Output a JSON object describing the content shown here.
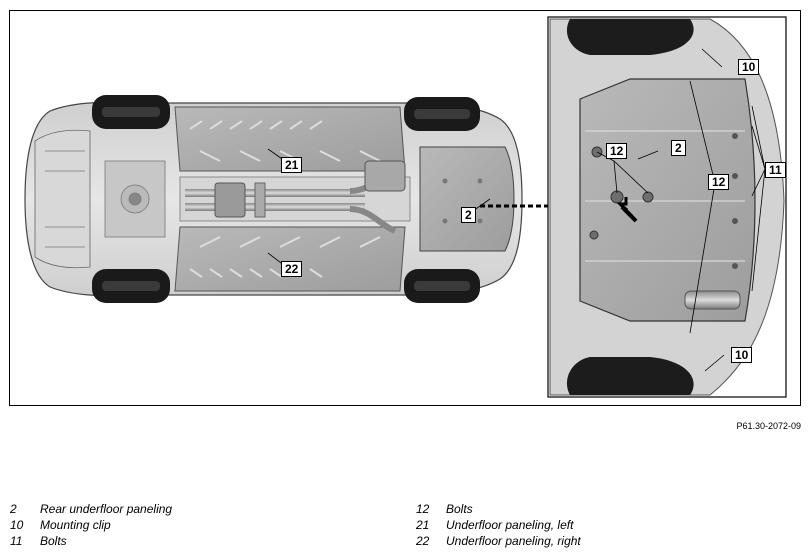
{
  "figure": {
    "id": "P61.30-2072-09",
    "callouts": {
      "c2_main": "2",
      "c21": "21",
      "c22": "22",
      "c2_detail": "2",
      "c10_top": "10",
      "c10_bottom": "10",
      "c11": "11",
      "c12_left": "12",
      "c12_right": "12"
    }
  },
  "legend": [
    {
      "num": "2",
      "label": "Rear underfloor paneling"
    },
    {
      "num": "10",
      "label": "Mounting clip"
    },
    {
      "num": "11",
      "label": "Bolts"
    },
    {
      "num": "12",
      "label": "Bolts"
    },
    {
      "num": "21",
      "label": "Underfloor paneling, left"
    },
    {
      "num": "22",
      "label": "Underfloor paneling, right"
    }
  ]
}
